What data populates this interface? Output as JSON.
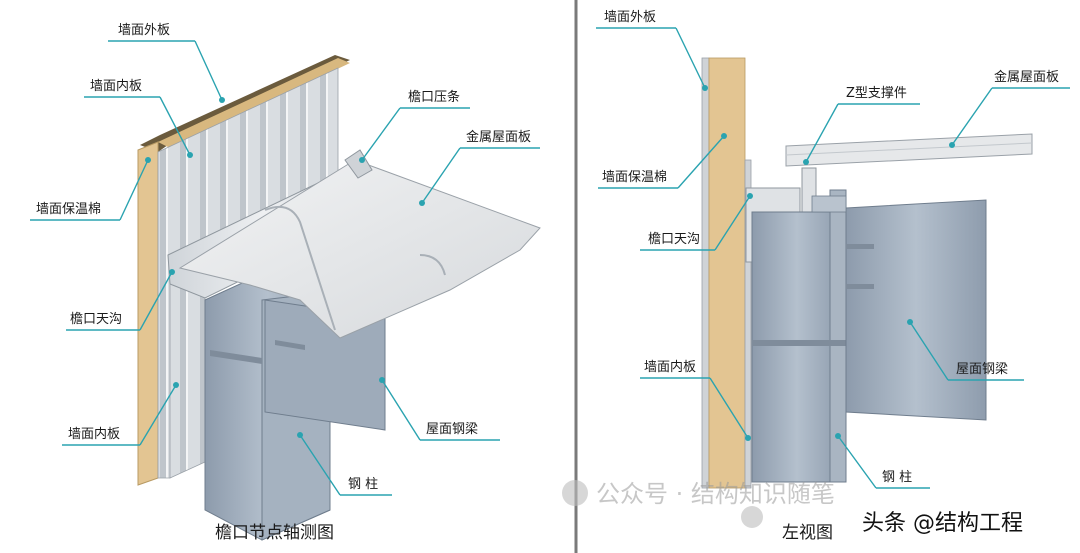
{
  "left_view": {
    "caption": "檐口节点轴测图",
    "labels": {
      "wall_outer": "墙面外板",
      "wall_inner_top": "墙面内板",
      "wall_insulation": "墙面保温棉",
      "gutter": "檐口天沟",
      "wall_inner_bottom": "墙面内板",
      "eave_strip": "檐口压条",
      "metal_roof": "金属屋面板",
      "roof_beam": "屋面钢梁",
      "column": "钢  柱"
    }
  },
  "right_view": {
    "caption": "左视图",
    "labels": {
      "wall_outer": "墙面外板",
      "wall_insulation": "墙面保温棉",
      "gutter": "檐口天沟",
      "wall_inner": "墙面内板",
      "z_support": "Z型支撑件",
      "metal_roof": "金属屋面板",
      "roof_beam": "屋面钢梁",
      "column": "钢  柱"
    }
  },
  "watermarks": {
    "wechat": "公众号 · 结构知识随笔",
    "toutiao": "头条 @结构工程"
  },
  "colors": {
    "leader": "#2aa3b0",
    "insulation": "#e3c592",
    "steel": "#9aa8b8",
    "divider": "#7a7a7a"
  }
}
